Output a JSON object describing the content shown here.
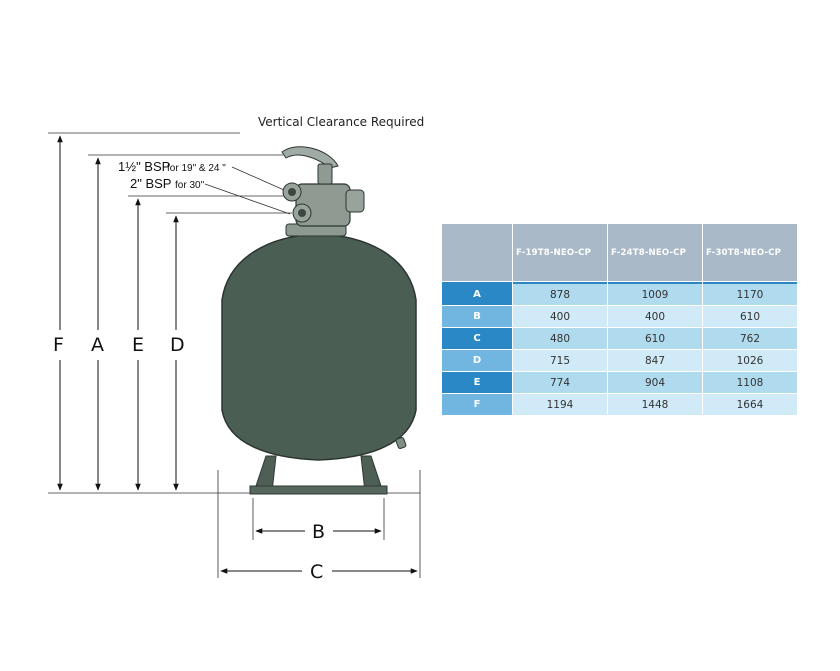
{
  "drawing": {
    "vertical_clearance_label": "Vertical Clearance Required",
    "bsp_label_1": {
      "size": "1½\" BSP",
      "note": "for 19\" & 24 \""
    },
    "bsp_label_2": {
      "size": "2\" BSP",
      "note": "for 30\""
    },
    "dimension_letters": [
      "F",
      "A",
      "E",
      "D",
      "B",
      "C"
    ]
  },
  "table": {
    "corner_label": "",
    "columns": [
      "F-19T8-NEO-CP",
      "F-24T8-NEO-CP",
      "F-30T8-NEO-CP"
    ],
    "rows": [
      {
        "label": "A",
        "values": [
          "878",
          "1009",
          "1170"
        ]
      },
      {
        "label": "B",
        "values": [
          "400",
          "400",
          "610"
        ]
      },
      {
        "label": "C",
        "values": [
          "480",
          "610",
          "762"
        ]
      },
      {
        "label": "D",
        "values": [
          "715",
          "847",
          "1026"
        ]
      },
      {
        "label": "E",
        "values": [
          "774",
          "904",
          "1108"
        ]
      },
      {
        "label": "F",
        "values": [
          "1194",
          "1448",
          "1664"
        ]
      }
    ]
  }
}
